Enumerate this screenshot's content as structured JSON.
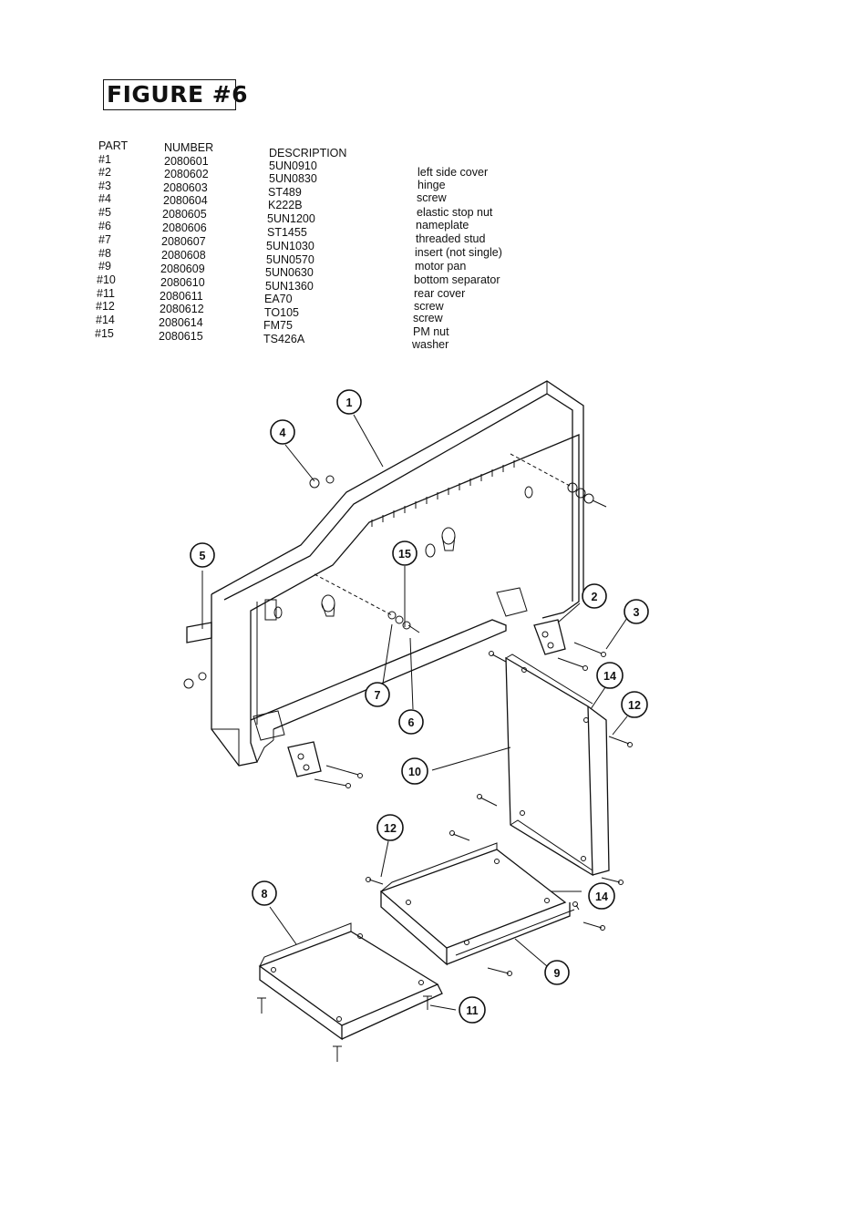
{
  "figure": {
    "title": "FIGURE  #6"
  },
  "table": {
    "headers": {
      "part": "PART",
      "number": "NUMBER",
      "description": "DESCRIPTION"
    },
    "rows": [
      {
        "part": "#1",
        "number": "2080601",
        "code": "5UN0910",
        "description": "left side cover"
      },
      {
        "part": "#2",
        "number": "2080602",
        "code": "5UN0830",
        "description": "hinge"
      },
      {
        "part": "#3",
        "number": "2080603",
        "code": "ST489",
        "description": "screw"
      },
      {
        "part": "#4",
        "number": "2080604",
        "code": "K222B",
        "description": "elastic stop nut"
      },
      {
        "part": "#5",
        "number": "2080605",
        "code": "5UN1200",
        "description": "nameplate"
      },
      {
        "part": "#6",
        "number": "2080606",
        "code": "ST1455",
        "description": "threaded stud"
      },
      {
        "part": "#7",
        "number": "2080607",
        "code": "5UN1030",
        "description": "insert (not single)"
      },
      {
        "part": "#8",
        "number": "2080608",
        "code": "5UN0570",
        "description": "motor pan"
      },
      {
        "part": "#9",
        "number": "2080609",
        "code": "5UN0630",
        "description": "bottom separator"
      },
      {
        "part": "#10",
        "number": "2080610",
        "code": "5UN1360",
        "description": "rear cover"
      },
      {
        "part": "#11",
        "number": "2080611",
        "code": "EA70",
        "description": "screw"
      },
      {
        "part": "#12",
        "number": "2080612",
        "code": "TO105",
        "description": "screw"
      },
      {
        "part": "#14",
        "number": "2080614",
        "code": "FM75",
        "description": "PM nut"
      },
      {
        "part": "#15",
        "number": "2080615",
        "code": "TS426A",
        "description": "washer"
      }
    ]
  },
  "callouts": [
    "1",
    "2",
    "3",
    "4",
    "5",
    "6",
    "7",
    "8",
    "9",
    "10",
    "11",
    "12",
    "12",
    "14",
    "14",
    "15"
  ]
}
